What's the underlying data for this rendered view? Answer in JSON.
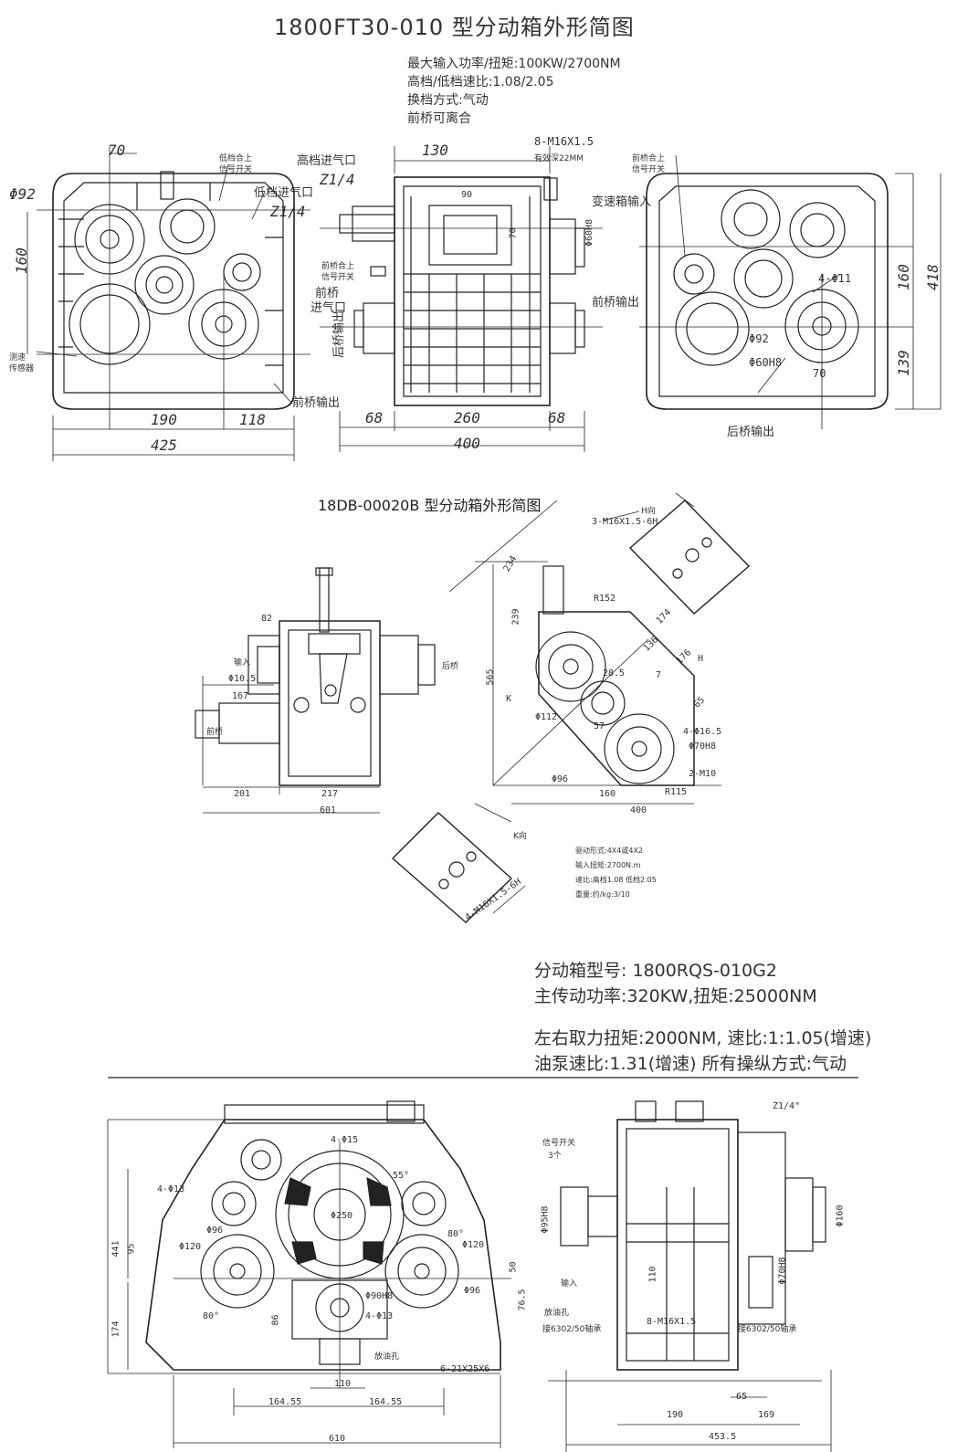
{
  "section1": {
    "title": "1800FT30-010  型分动箱外形简图",
    "specs": [
      "最大输入功率/扭矩:100KW/2700NM",
      "高档/低档速比:1.08/2.05",
      "换档方式:气动",
      "前桥可离合"
    ],
    "front_view": {
      "dims": [
        "70",
        "Φ92",
        "160",
        "190",
        "118",
        "425"
      ],
      "labels": [
        "低档合上",
        "信号开关",
        "低档进气口",
        "Z1/4",
        "测速",
        "传感器"
      ]
    },
    "side_view": {
      "dims": [
        "130",
        "8-M16X1.5",
        "有效深22MM",
        "90",
        "70",
        "Φ60H8",
        "68",
        "260",
        "68",
        "400"
      ],
      "labels": [
        "高档进气口",
        "Z1/4",
        "前桥合上",
        "信号开关",
        "前桥",
        "进气口",
        "变速箱输入",
        "前桥输出",
        "后桥输出",
        "前桥输出"
      ]
    },
    "rear_view": {
      "dims": [
        "4-Φ11",
        "Φ92",
        "Φ60H8",
        "70",
        "160",
        "418",
        "139"
      ],
      "labels": [
        "前桥合上",
        "信号开关",
        "后桥输出"
      ]
    }
  },
  "section2": {
    "title": "18DB-00020B  型分动箱外形简图",
    "dims": [
      "82",
      "Φ10.5",
      "167",
      "201",
      "217",
      "601",
      "3-M16X1.5-6H",
      "234",
      "239",
      "565",
      "R152",
      "28.5",
      "Φ112",
      "57",
      "Φ96",
      "160",
      "400",
      "R115",
      "2-M10",
      "Φ70H8",
      "4-Φ16.5",
      "4-M16X1.5-6H",
      "174",
      "136",
      "176",
      "65",
      "7"
    ],
    "labels": [
      "输入",
      "后桥",
      "前桥",
      "K",
      "H",
      "K向",
      "H向"
    ],
    "notes": [
      "驱动形式:4X4或4X2",
      "输入扭矩:2700N.m",
      "速比:高档1.08 低档2.05",
      "重量:约/kg:3/10"
    ]
  },
  "section3": {
    "specs": [
      "分动箱型号: 1800RQS-010G2",
      "主传动功率:320KW,扭矩:25000NM",
      "左右取力扭矩:2000NM, 速比:1:1.05(增速)",
      "油泵速比:1.31(增速)  所有操纵方式:气动"
    ],
    "front_view": {
      "dims": [
        "4-Φ15",
        "55°",
        "4-Φ13",
        "Φ250",
        "Φ96",
        "Φ120",
        "80°",
        "Φ120",
        "Φ96",
        "80°",
        "441",
        "95",
        "174",
        "86",
        "4-Φ13",
        "Φ90H8",
        "50",
        "76.5",
        "6-21X25X6",
        "110",
        "164.55",
        "164.55",
        "610"
      ],
      "labels": [
        "放油孔"
      ]
    },
    "side_view": {
      "dims": [
        "Z1/4\"",
        "Φ95H8",
        "Φ160",
        "Φ70H8",
        "8-M16X1.5",
        "110",
        "65",
        "190",
        "169",
        "453.5"
      ],
      "labels": [
        "信号开关",
        "3个",
        "输入",
        "放油孔",
        "接6302/50轴承",
        "接6302/50轴承"
      ]
    }
  }
}
